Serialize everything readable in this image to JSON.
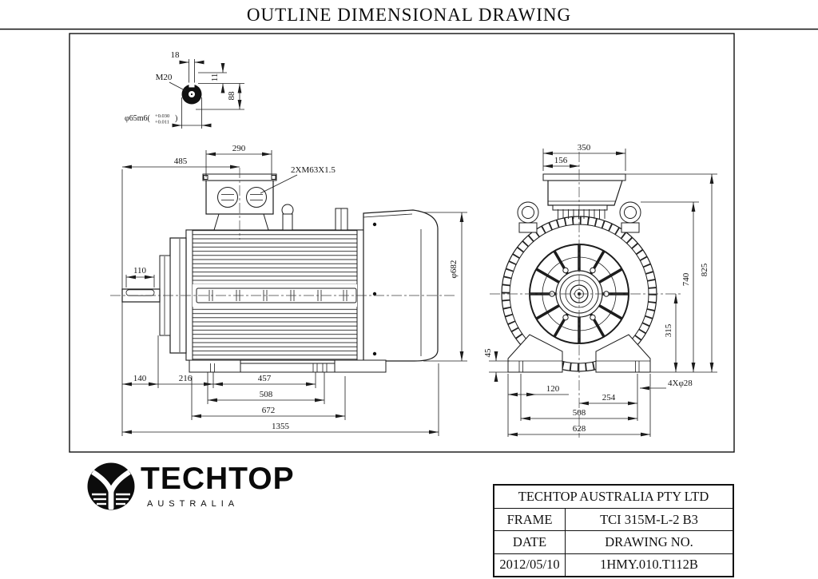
{
  "title": "OUTLINE DIMENSIONAL DRAWING",
  "shaft_detail": {
    "key_width": "18",
    "center_tap": "M20",
    "key_height": "11",
    "key_depth_dim": "88",
    "shaft_dia_prefix": "φ65m6(",
    "tol_upper": "+0.030",
    "tol_lower": "+0.011",
    "shaft_dia_suffix": ")"
  },
  "side_view": {
    "box_width": "290",
    "box_center_from_shaft_end": "485",
    "cable_glands": "2XM63X1.5",
    "keyway_length": "110",
    "fan_cowl_dia": "φ682",
    "shaft_extension": "140",
    "shaft_to_foot_hole": "216",
    "foot_hole_spacing": "457",
    "foot_hole_spacing_2": "508",
    "foot_length": "672",
    "total_length": "1355"
  },
  "end_view": {
    "box_total_width": "350",
    "box_center_offset": "156",
    "total_height": "825",
    "eyebolt_height": "740",
    "shaft_center_height": "315",
    "foot_pad_height": "45",
    "foot_pad_width": "120",
    "half_foot_spacing": "254",
    "foot_hole_spacing": "508",
    "foot_overall_width": "628",
    "mounting_holes": "4Xφ28"
  },
  "logo": {
    "brand": "TECHTOP",
    "region": "AUSTRALIA"
  },
  "title_block": {
    "company": "TECHTOP AUSTRALIA PTY LTD",
    "frame_label": "FRAME",
    "frame_value": "TCI 315M-L-2 B3",
    "date_label": "DATE",
    "drawing_no_label": "DRAWING NO.",
    "date_value": "2012/05/10",
    "drawing_no_value": "1HMY.010.T112B"
  }
}
